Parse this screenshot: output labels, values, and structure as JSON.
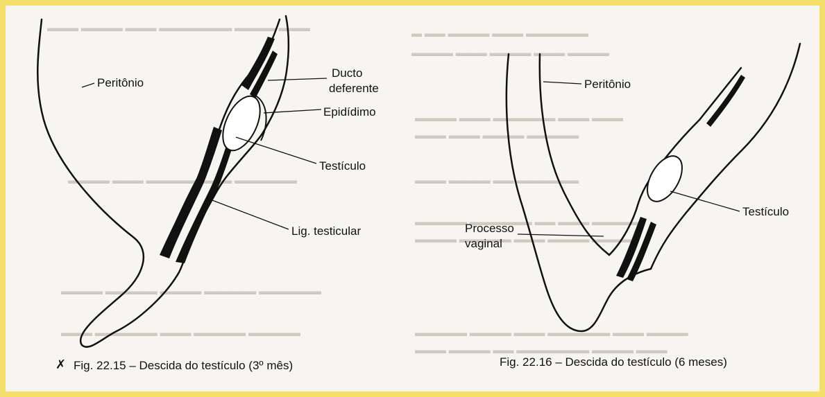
{
  "figure_left": {
    "labels": {
      "peritonio": "Peritônio",
      "ducto_line1": "Ducto",
      "ducto_line2": "deferente",
      "epididimo": "Epidídimo",
      "testiculo": "Testículo",
      "lig_testicular": "Lig. testicular"
    },
    "mark": "✗",
    "caption": "Fig. 22.15 – Descida do testículo (3º mês)"
  },
  "figure_right": {
    "labels": {
      "peritonio": "Peritônio",
      "testiculo": "Testículo",
      "processo_line1": "Processo",
      "processo_line2": "vaginal"
    },
    "caption": "Fig. 22.16 – Descida do testículo (6 meses)"
  },
  "colors": {
    "frame": "#f4df6a",
    "paper": "#f7f5ef",
    "ink": "#111111",
    "bleed_text": "#cfcac0"
  }
}
